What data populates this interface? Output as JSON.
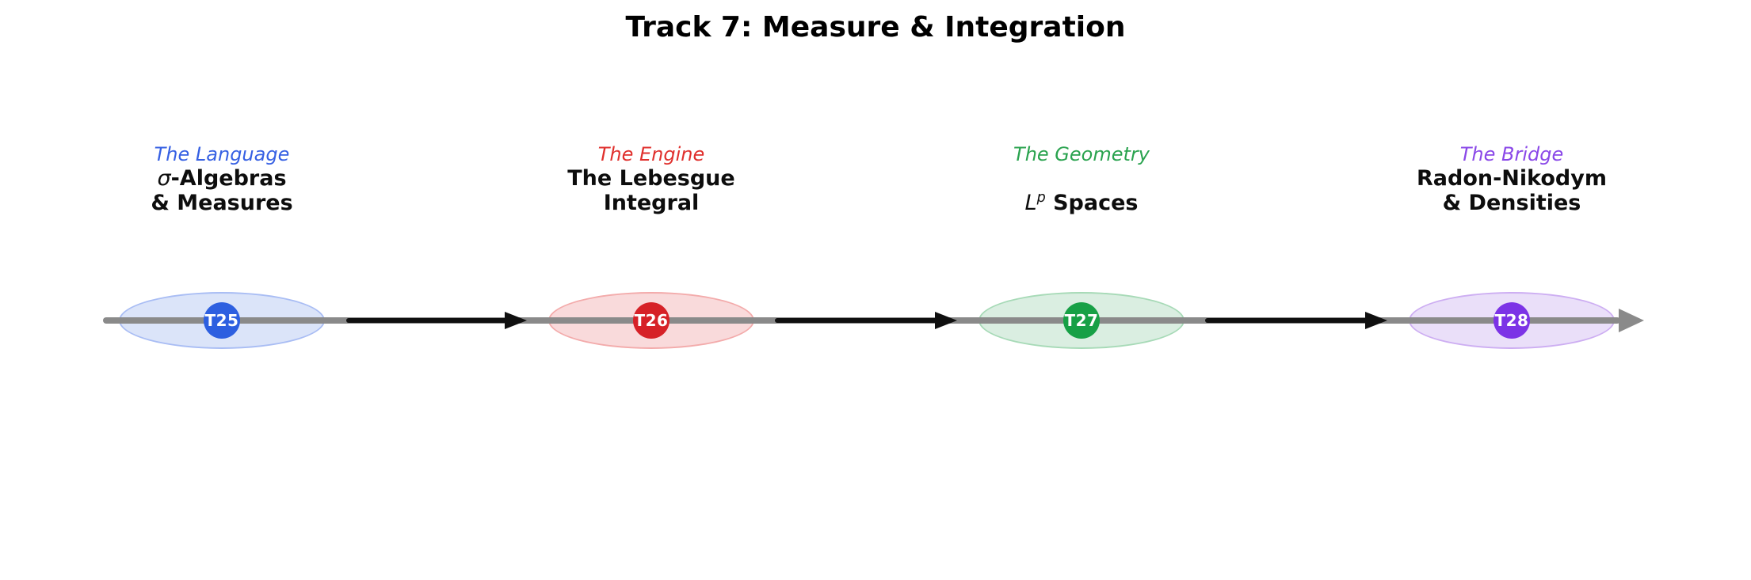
{
  "title": "Track 7: Measure & Integration",
  "timeline": {
    "axis_color": "#8a8a8a",
    "connector_color": "#101010"
  },
  "stations": [
    {
      "id": "T25",
      "subtitle": "The Language",
      "subtitle_color": "#3660e3",
      "node_color": "#2d5fe0",
      "ellipse_fill": "#dbe4f9",
      "ellipse_border": "#a9bdf4",
      "name_lines": [
        [
          {
            "t": "σ",
            "s": "math"
          },
          {
            "t": "-Algebras",
            "s": "bold"
          }
        ],
        [
          {
            "t": "& Measures",
            "s": "bold"
          }
        ]
      ]
    },
    {
      "id": "T26",
      "subtitle": "The Engine",
      "subtitle_color": "#e0302d",
      "node_color": "#d62127",
      "ellipse_fill": "#f9dadb",
      "ellipse_border": "#f3abab",
      "name_lines": [
        [
          {
            "t": "The Lebesgue",
            "s": "bold"
          }
        ],
        [
          {
            "t": "Integral",
            "s": "bold"
          }
        ]
      ]
    },
    {
      "id": "T27",
      "subtitle": "The Geometry",
      "subtitle_color": "#2aa34f",
      "node_color": "#17a046",
      "ellipse_fill": "#daeee1",
      "ellipse_border": "#a7dab7",
      "name_lines": [
        [
          {
            "t": "L",
            "s": "math"
          },
          {
            "t": "p",
            "s": "sup"
          },
          {
            "t": " Spaces",
            "s": "bold"
          }
        ]
      ]
    },
    {
      "id": "T28",
      "subtitle": "The Bridge",
      "subtitle_color": "#8a48e8",
      "node_color": "#7c33e6",
      "ellipse_fill": "#eadff9",
      "ellipse_border": "#cdaef2",
      "name_lines": [
        [
          {
            "t": "Radon-Nikodym",
            "s": "bold"
          }
        ],
        [
          {
            "t": "& Densities",
            "s": "bold"
          }
        ]
      ]
    }
  ]
}
